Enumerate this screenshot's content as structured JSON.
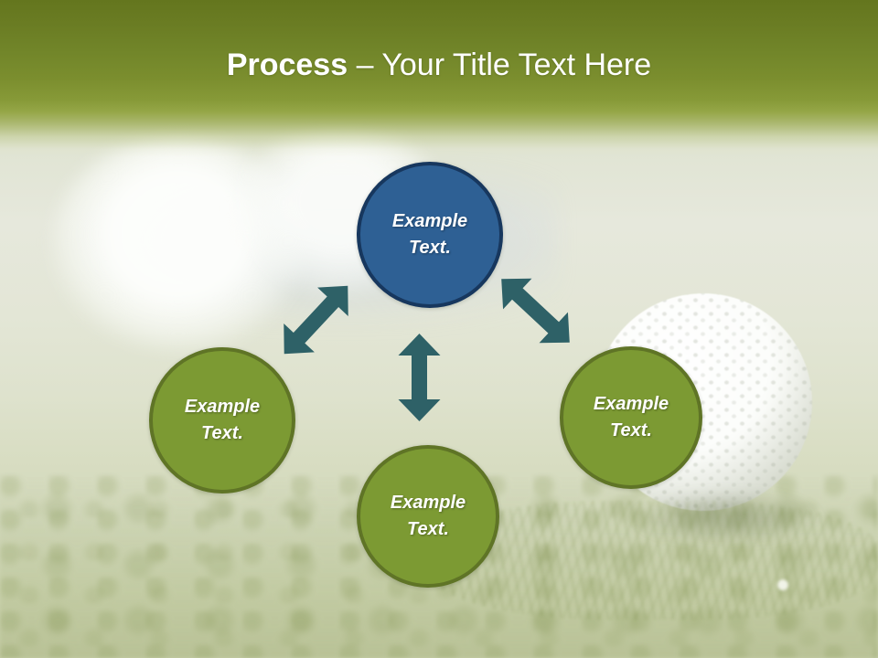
{
  "slide": {
    "title": {
      "emphasis": "Process",
      "rest": "– Your Title Text Here"
    },
    "diagram": {
      "arrow_color": "#2e6167",
      "nodes": [
        {
          "id": "top",
          "label": "Example Text.",
          "fill": "#2e6094",
          "border": "#17375e"
        },
        {
          "id": "left",
          "label": "Example Text.",
          "fill": "#7c9a33",
          "border": "#5f7426"
        },
        {
          "id": "bottom",
          "label": "Example Text.",
          "fill": "#7c9a33",
          "border": "#5f7426"
        },
        {
          "id": "right",
          "label": "Example Text.",
          "fill": "#7c9a33",
          "border": "#5f7426"
        }
      ]
    },
    "colors": {
      "header_gradient_top": "#64761e",
      "header_gradient_bottom": "#95a647",
      "title_text": "#ffffff",
      "background_tint": "#e4e7d8"
    }
  }
}
